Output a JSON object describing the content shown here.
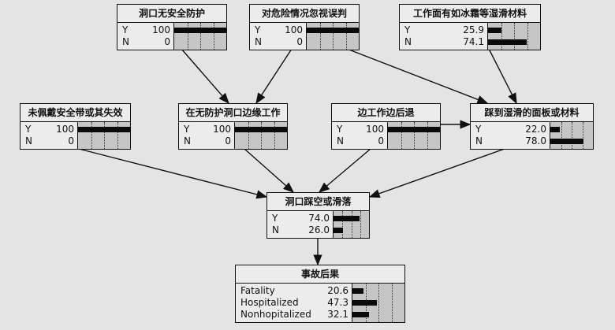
{
  "nodes": [
    {
      "id": "n1",
      "title": "洞口无安全防护",
      "states": [
        {
          "label": "Y",
          "value": "100"
        },
        {
          "label": "N",
          "value": "0"
        }
      ]
    },
    {
      "id": "n2",
      "title": "对危险情况忽视误判",
      "states": [
        {
          "label": "Y",
          "value": "100"
        },
        {
          "label": "N",
          "value": "0"
        }
      ]
    },
    {
      "id": "n3",
      "title": "工作面有如冰霜等湿滑材料",
      "states": [
        {
          "label": "Y",
          "value": "25.9"
        },
        {
          "label": "N",
          "value": "74.1"
        }
      ]
    },
    {
      "id": "n4",
      "title": "未佩戴安全带或其失效",
      "states": [
        {
          "label": "Y",
          "value": "100"
        },
        {
          "label": "N",
          "value": "0"
        }
      ]
    },
    {
      "id": "n5",
      "title": "在无防护洞口边缘工作",
      "states": [
        {
          "label": "Y",
          "value": "100"
        },
        {
          "label": "N",
          "value": "0"
        }
      ]
    },
    {
      "id": "n6",
      "title": "边工作边后退",
      "states": [
        {
          "label": "Y",
          "value": "100"
        },
        {
          "label": "N",
          "value": "0"
        }
      ]
    },
    {
      "id": "n7",
      "title": "踩到湿滑的面板或材料",
      "states": [
        {
          "label": "Y",
          "value": "22.0"
        },
        {
          "label": "N",
          "value": "78.0"
        }
      ]
    },
    {
      "id": "n8",
      "title": "洞口踩空或滑落",
      "states": [
        {
          "label": "Y",
          "value": "74.0"
        },
        {
          "label": "N",
          "value": "26.0"
        }
      ]
    },
    {
      "id": "n9",
      "title": "事故后果",
      "states": [
        {
          "label": "Fatality",
          "value": "20.6"
        },
        {
          "label": "Hospitalized",
          "value": "47.3"
        },
        {
          "label": "Nonhopitalized",
          "value": "32.1"
        }
      ]
    }
  ],
  "edges": [
    [
      "n1",
      "n5"
    ],
    [
      "n2",
      "n5"
    ],
    [
      "n2",
      "n7"
    ],
    [
      "n3",
      "n7"
    ],
    [
      "n4",
      "n8"
    ],
    [
      "n5",
      "n8"
    ],
    [
      "n6",
      "n8"
    ],
    [
      "n6",
      "n7"
    ],
    [
      "n7",
      "n8"
    ],
    [
      "n8",
      "n9"
    ]
  ]
}
